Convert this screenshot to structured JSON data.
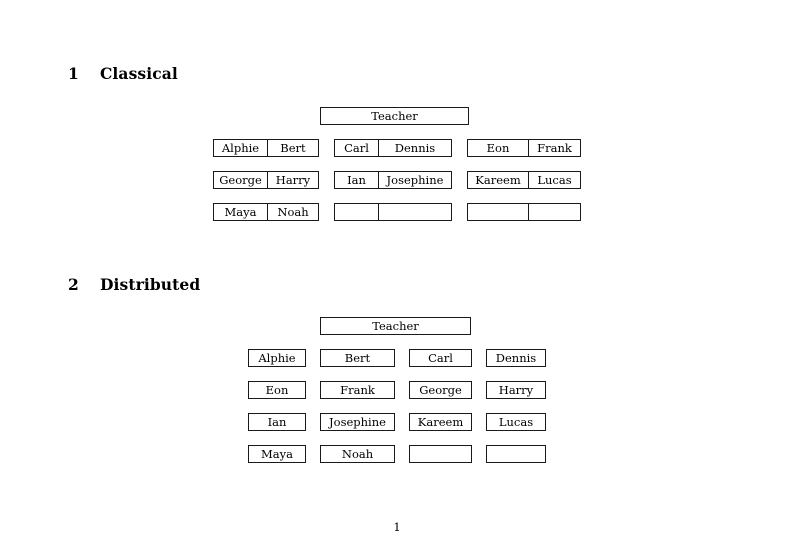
{
  "document": {
    "page_number": "1",
    "border_color": "#1a1a1a",
    "background": "#ffffff"
  },
  "sections": [
    {
      "number": "1",
      "title": "Classical",
      "teacher_label": "Teacher",
      "layout": "grouped-pairs",
      "groups": [
        {
          "rows": [
            [
              "Alphie",
              "Bert"
            ],
            [
              "George",
              "Harry"
            ],
            [
              "Maya",
              "Noah"
            ]
          ]
        },
        {
          "rows": [
            [
              "Carl",
              "Dennis"
            ],
            [
              "Ian",
              "Josephine"
            ],
            [
              "",
              ""
            ]
          ]
        },
        {
          "rows": [
            [
              "Eon",
              "Frank"
            ],
            [
              "Kareem",
              "Lucas"
            ],
            [
              "",
              ""
            ]
          ]
        }
      ]
    },
    {
      "number": "2",
      "title": "Distributed",
      "teacher_label": "Teacher",
      "layout": "independent-columns",
      "columns": [
        {
          "cells": [
            "Alphie",
            "Eon",
            "Ian",
            "Maya"
          ]
        },
        {
          "cells": [
            "Bert",
            "Frank",
            "Josephine",
            "Noah"
          ]
        },
        {
          "cells": [
            "Carl",
            "George",
            "Kareem",
            ""
          ]
        },
        {
          "cells": [
            "Dennis",
            "Harry",
            "Lucas",
            ""
          ]
        }
      ]
    }
  ]
}
